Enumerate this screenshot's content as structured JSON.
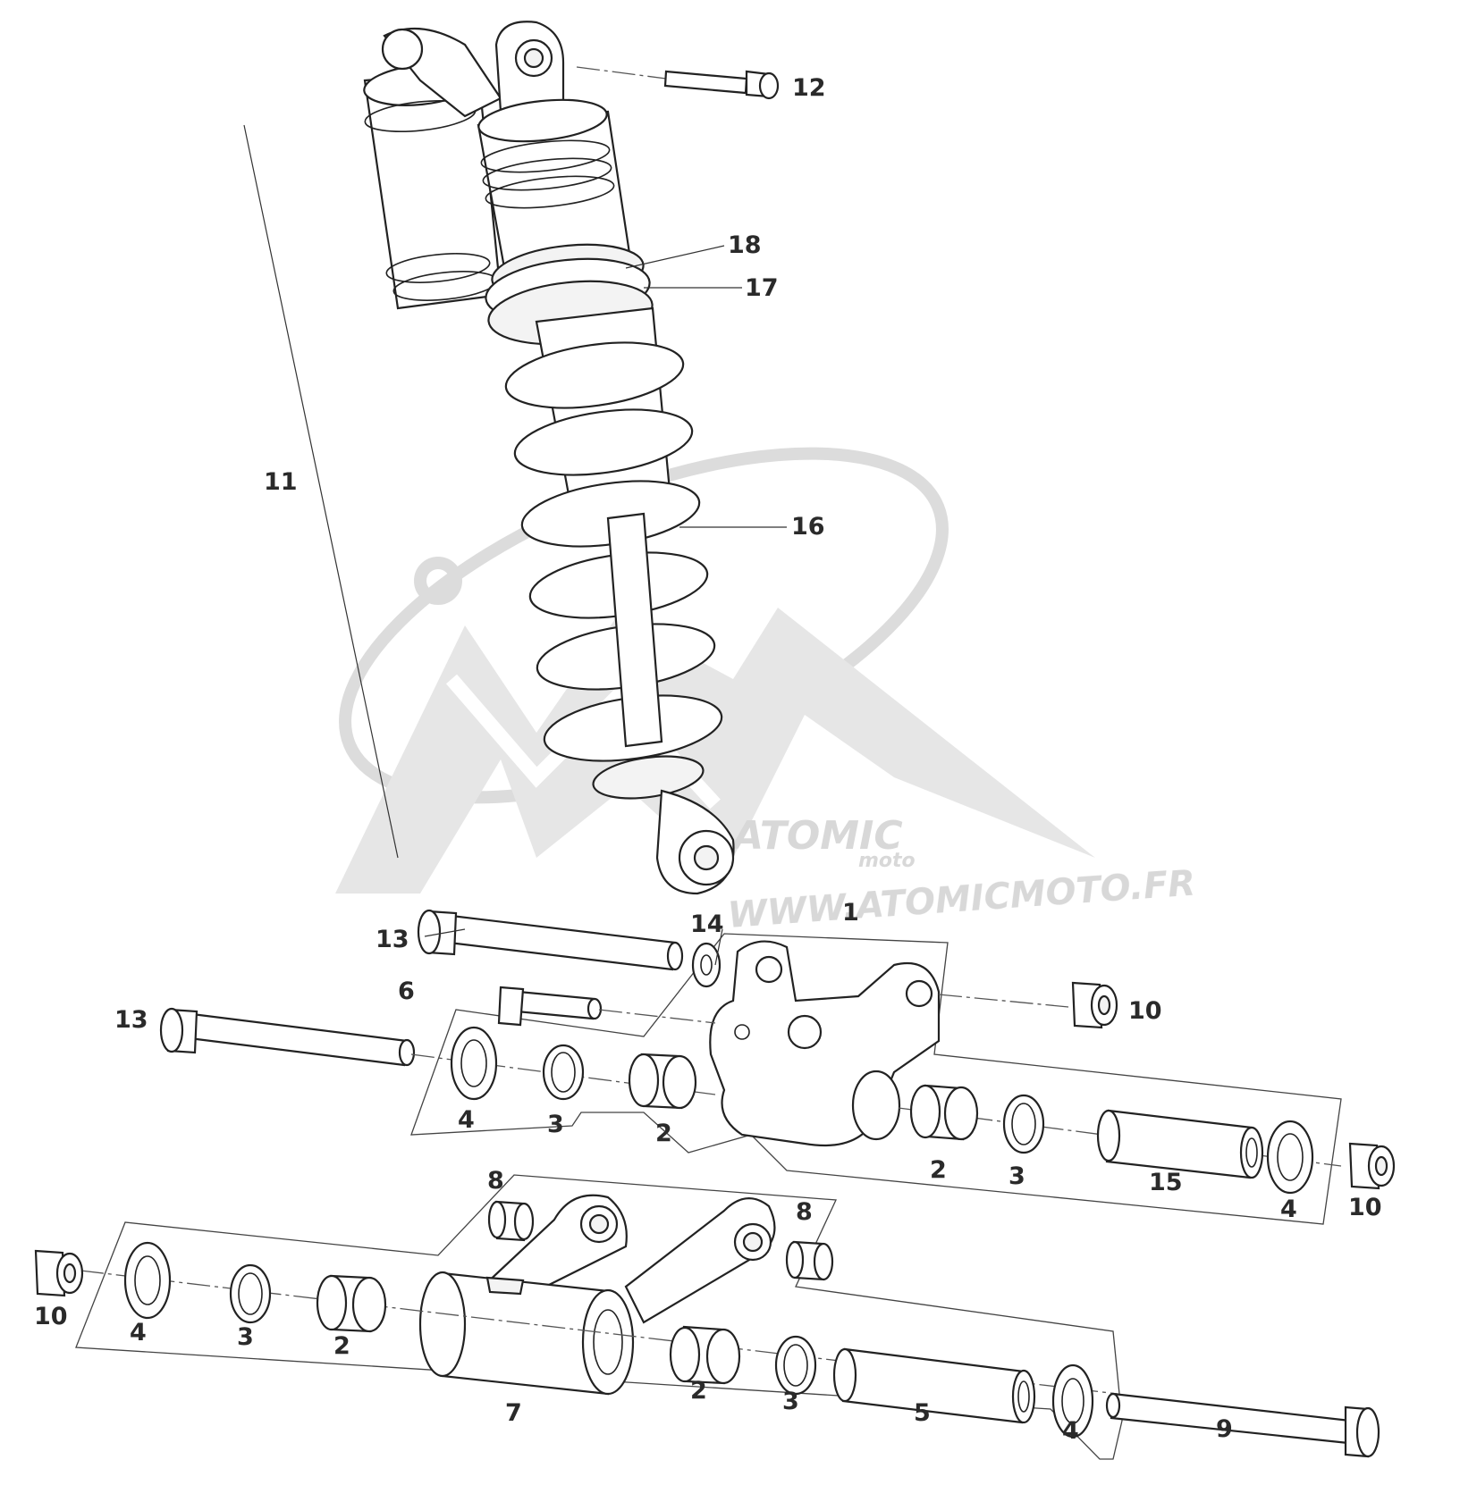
{
  "watermark": {
    "brand": "ATOMIC",
    "sub": "moto",
    "url": "WWW.ATOMICMOTO.FR"
  },
  "callouts": [
    {
      "id": "12",
      "text": "12"
    },
    {
      "id": "18",
      "text": "18"
    },
    {
      "id": "17",
      "text": "17"
    },
    {
      "id": "11",
      "text": "11"
    },
    {
      "id": "16",
      "text": "16"
    },
    {
      "id": "1",
      "text": "1"
    },
    {
      "id": "14",
      "text": "14"
    },
    {
      "id": "13a",
      "text": "13"
    },
    {
      "id": "6",
      "text": "6"
    },
    {
      "id": "13b",
      "text": "13"
    },
    {
      "id": "10a",
      "text": "10"
    },
    {
      "id": "4a",
      "text": "4"
    },
    {
      "id": "3a",
      "text": "3"
    },
    {
      "id": "2a",
      "text": "2"
    },
    {
      "id": "2b",
      "text": "2"
    },
    {
      "id": "3b",
      "text": "3"
    },
    {
      "id": "15",
      "text": "15"
    },
    {
      "id": "4b",
      "text": "4"
    },
    {
      "id": "10b",
      "text": "10"
    },
    {
      "id": "8a",
      "text": "8"
    },
    {
      "id": "8b",
      "text": "8"
    },
    {
      "id": "10c",
      "text": "10"
    },
    {
      "id": "4c",
      "text": "4"
    },
    {
      "id": "3c",
      "text": "3"
    },
    {
      "id": "2c",
      "text": "2"
    },
    {
      "id": "7",
      "text": "7"
    },
    {
      "id": "2d",
      "text": "2"
    },
    {
      "id": "3d",
      "text": "3"
    },
    {
      "id": "5",
      "text": "5"
    },
    {
      "id": "4d",
      "text": "4"
    },
    {
      "id": "9",
      "text": "9"
    }
  ]
}
